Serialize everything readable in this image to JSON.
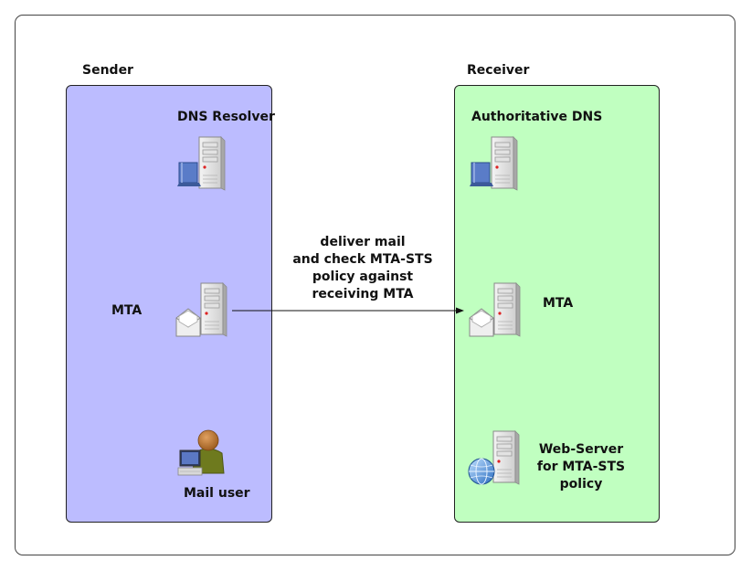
{
  "sender": {
    "title": "Sender",
    "dns_resolver_label": "DNS Resolver",
    "mta_label": "MTA",
    "mail_user_label": "Mail user"
  },
  "receiver": {
    "title": "Receiver",
    "authoritative_dns_label": "Authoritative DNS",
    "mta_label": "MTA",
    "web_server_label": "Web-Server\nfor MTA-STS\npolicy"
  },
  "connection": {
    "label": "deliver mail\nand check MTA-STS\npolicy against\nreceiving MTA"
  },
  "colors": {
    "sender_zone": "#bcbcff",
    "receiver_zone": "#c0ffc0"
  },
  "icons": {
    "server": "server-icon",
    "dns": "dns-server-icon",
    "mail_server": "mail-server-icon",
    "web_server": "web-server-icon",
    "user": "user-workstation-icon"
  }
}
